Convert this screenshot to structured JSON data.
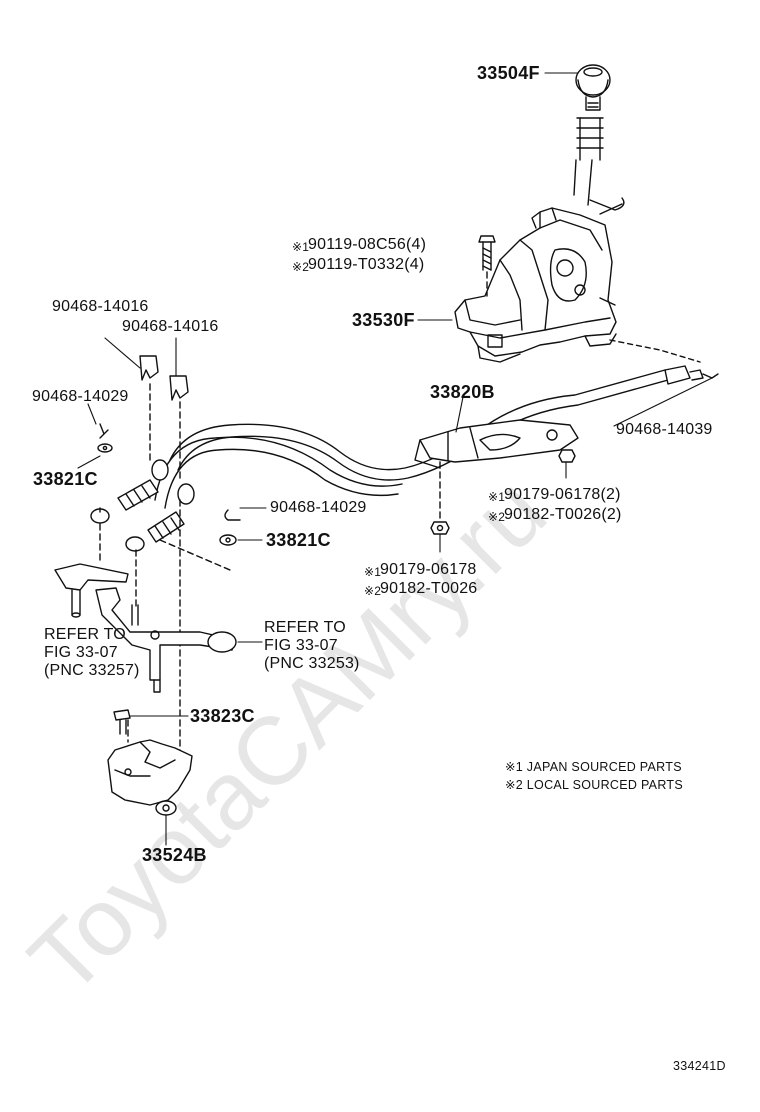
{
  "watermark": "ToyotaCAMry.ru",
  "labels": {
    "knob": "33504F",
    "bolt1": "90119-08C56(4)",
    "bolt2": "90119-T0332(4)",
    "bolt_mark1": "※1",
    "bolt_mark2": "※2",
    "shift_lever": "33530F",
    "clip_a": "90468-14016",
    "clip_b": "90468-14016",
    "pin_left": "90468-14029",
    "cable": "33820B",
    "clip_right": "90468-14039",
    "washer_left": "33821C",
    "nut1": "90179-06178(2)",
    "nut2": "90182-T0026(2)",
    "nut_mark1": "※1",
    "nut_mark2": "※2",
    "pin_mid": "90468-14029",
    "washer_mid": "33821C",
    "nut_b1": "90179-06178",
    "nut_b2": "90182-T0026",
    "nut_b_mark1": "※1",
    "nut_b_mark2": "※2",
    "refer_left_1": "REFER TO",
    "refer_left_2": "FIG 33-07",
    "refer_left_3": "(PNC 33257)",
    "refer_right_1": "REFER TO",
    "refer_right_2": "FIG 33-07",
    "refer_right_3": "(PNC 33253)",
    "screw": "33823C",
    "bracket": "33524B",
    "note1": "※1 JAPAN SOURCED PARTS",
    "note2": "※2 LOCAL SOURCED PARTS",
    "figure_id": "334241D"
  }
}
